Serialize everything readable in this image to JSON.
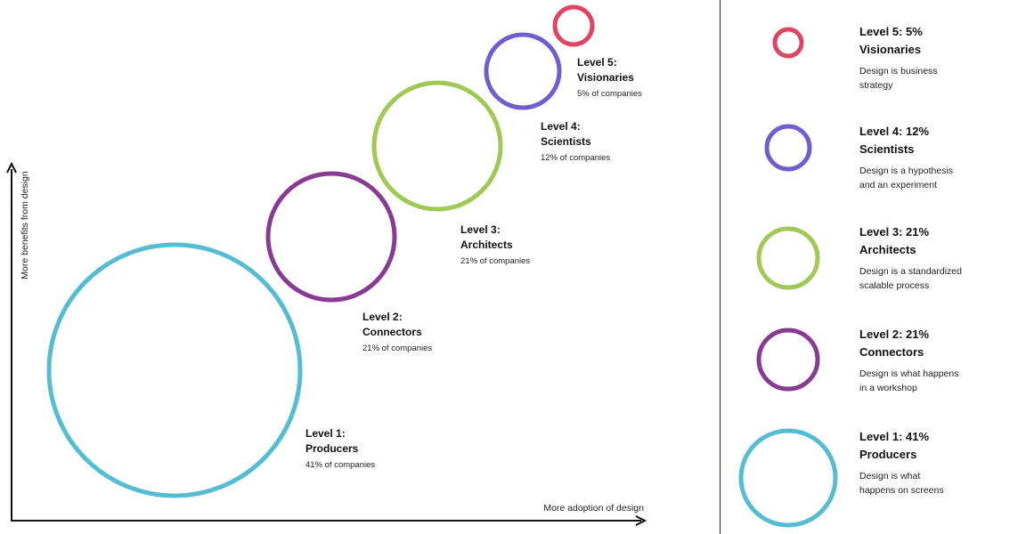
{
  "axes": {
    "y_label": "More benefits from design",
    "x_label": "More adoption of design"
  },
  "levels": [
    {
      "title_1": "Level 1:",
      "title_2": "Producers",
      "share": "41% of companies",
      "color": "#56bcd1"
    },
    {
      "title_1": "Level 2:",
      "title_2": "Connectors",
      "share": "21% of companies",
      "color": "#873b91"
    },
    {
      "title_1": "Level 3:",
      "title_2": "Architects",
      "share": "21% of companies",
      "color": "#9fc855"
    },
    {
      "title_1": "Level 4:",
      "title_2": "Scientists",
      "share": "12% of companies",
      "color": "#6f5ed0"
    },
    {
      "title_1": "Level 5:",
      "title_2": "Visionaries",
      "share": "5% of companies",
      "color": "#e04463"
    }
  ],
  "legend": [
    {
      "title_1": "Level 5: 5%",
      "title_2": "Visionaries",
      "desc_1": "Design is business",
      "desc_2": "strategy",
      "color": "#e04463"
    },
    {
      "title_1": "Level 4: 12%",
      "title_2": "Scientists",
      "desc_1": "Design is a hypothesis",
      "desc_2": "and an experiment",
      "color": "#6f5ed0"
    },
    {
      "title_1": "Level 3: 21%",
      "title_2": "Architects",
      "desc_1": "Design is a standardized",
      "desc_2": "scalable process",
      "color": "#9fc855"
    },
    {
      "title_1": "Level 2: 21%",
      "title_2": "Connectors",
      "desc_1": "Design is what happens",
      "desc_2": "in a workshop",
      "color": "#873b91"
    },
    {
      "title_1": "Level 1: 41%",
      "title_2": "Producers",
      "desc_1": "Design is what",
      "desc_2": "happens on screens",
      "color": "#56bcd1"
    }
  ]
}
